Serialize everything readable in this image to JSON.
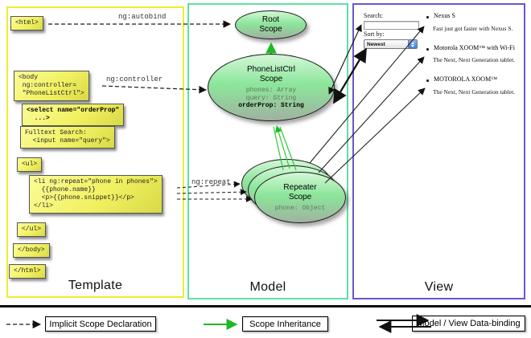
{
  "columns": {
    "template": {
      "label": "Template"
    },
    "model": {
      "label": "Model"
    },
    "view": {
      "label": "View"
    }
  },
  "template": {
    "boxes": {
      "html_open": "<html>",
      "body_open": "<body\n ng:controller=\n \"PhoneListCtrl\">",
      "select_box": "<select name=\"orderProp\"\n  ...>",
      "fulltext": "Fulltext Search:\n  <input name=\"query\">",
      "ul_open": "<ul>",
      "li_repeat": "<li ng:repeat=\"phone in phones\">\n  {{phone.name}}\n  <p>{{phone.snippet}}</p>\n</li>",
      "ul_close": "</ul>",
      "body_close": "</body>",
      "html_close": "</html>"
    },
    "labels": {
      "autobind": "ng:autobind",
      "controller": "ng:controller",
      "repeat": "ng:repeat"
    }
  },
  "model": {
    "root": {
      "title": "Root\nScope"
    },
    "ctrl": {
      "title": "PhoneListCtrl\nScope",
      "prop1": "phones: Array",
      "prop2": "query: String",
      "prop3": "orderProp: String"
    },
    "repeater": {
      "title": "Repeater\nScope",
      "prop": "phone: Object"
    }
  },
  "view": {
    "search_label": "Search:",
    "sort_label": "Sort by:",
    "sort_value": "Newest",
    "items": [
      {
        "title": "Nexus S",
        "desc": "Fast just got faster with Nexus S."
      },
      {
        "title": "Motorola XOOM™ with Wi-Fi",
        "desc": "The Next, Next Generation tablet."
      },
      {
        "title": "MOTOROLA XOOM™",
        "desc": "The Next, Next Generation tablet."
      }
    ]
  },
  "legend": {
    "implicit": "Implicit Scope Declaration",
    "inheritance": "Scope Inheritance",
    "binding": "Model / View Data-binding"
  },
  "colors": {
    "template_border": "#efeb2f",
    "model_border": "#5fe0a0",
    "view_border": "#6658ce",
    "code_box_fill": "#f1f162",
    "scope_green": "#8ce69b",
    "inheritance_green": "#1fb825",
    "dropdown_blue": "#3f7be0"
  }
}
